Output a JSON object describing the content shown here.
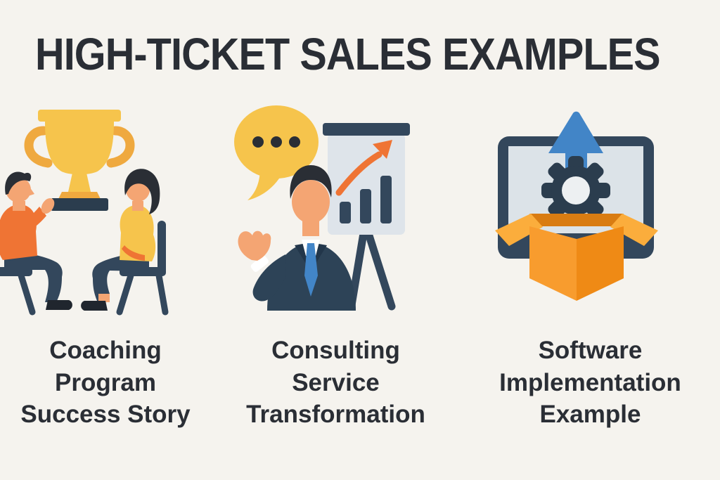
{
  "title": "HIGH-TICKET SALES EXAMPLES",
  "cards": [
    {
      "illustration": "coaching-session-with-trophy",
      "label_lines": [
        "Coaching",
        "Program",
        "Success Story"
      ]
    },
    {
      "illustration": "consultant-presenting-growth-chart",
      "label_lines": [
        "Consulting",
        "Service",
        "Transformation"
      ]
    },
    {
      "illustration": "software-box-gear-upload",
      "label_lines": [
        "Software",
        "Implementation",
        "Example"
      ]
    }
  ],
  "palette": {
    "bg": "#F5F3EE",
    "ink": "#2A2E35",
    "slate": "#33475C",
    "slate-dark": "#2B3D4E",
    "suit": "#2D4357",
    "suit-dark": "#22364A",
    "orange": "#EF7434",
    "gold": "#F6C44C",
    "gold-dark": "#EFA93F",
    "skin": "#F4A573",
    "blue": "#4285C7",
    "paper": "#DEE4EA",
    "screen": "#DCE3E8",
    "box-flap": "#FBAD3C",
    "box-left": "#F89C2E",
    "box-right": "#EF8A15",
    "box-shadow": "#D97C12",
    "shoe": "#20262E"
  }
}
